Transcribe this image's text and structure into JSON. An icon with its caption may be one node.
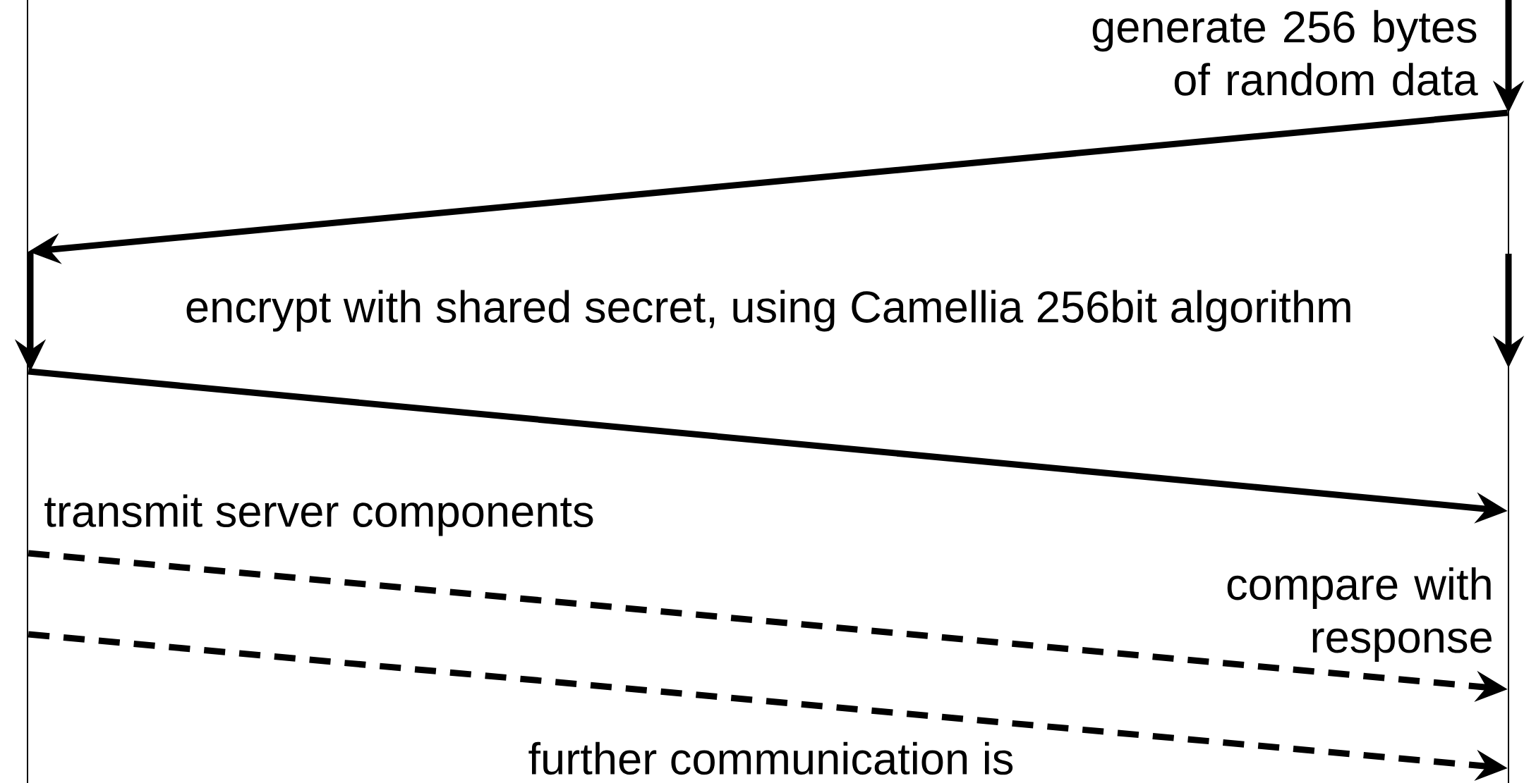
{
  "diagram": {
    "nodes": [
      {
        "text": [],
        "shape": "bar"
      },
      {
        "text": [],
        "shape": "bar"
      }
    ],
    "edges": [
      {
        "from": 1,
        "to": 0,
        "arrow": "to"
      },
      {
        "from": 0,
        "to": 1,
        "arrow": "to"
      },
      {
        "from": 0,
        "to": 1,
        "arrow": "to",
        "style": "dashed"
      },
      {
        "from": 0,
        "to": 1,
        "arrow": "to",
        "style": "dashed"
      }
    ],
    "labels": [
      "generate 256 bytes of random data",
      "encrypt with shared secret, using Camellia 256bit algorithm",
      "transmit server components",
      "compare with response",
      "further communication is"
    ]
  }
}
